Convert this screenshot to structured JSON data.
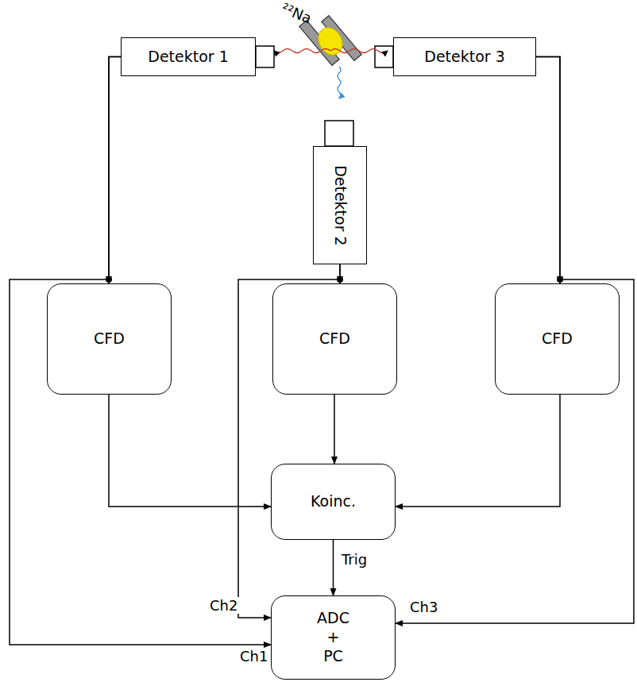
{
  "diagram": {
    "nodes": [
      {
        "text": [
          "Detektor 1"
        ]
      },
      {
        "text": [
          "Detektor 3"
        ]
      },
      {
        "text": [
          "Detektor 2"
        ]
      },
      {
        "text": [
          "CFD"
        ]
      },
      {
        "text": [
          "CFD"
        ]
      },
      {
        "text": [
          "CFD"
        ]
      },
      {
        "text": [
          "Koinc."
        ]
      },
      {
        "text": [
          "ADC + PC"
        ]
      }
    ],
    "edges": [
      {
        "from": 0,
        "to": 3,
        "arrow": "to"
      },
      {
        "from": 0,
        "to": 7,
        "label": "Ch1",
        "arrow": "to"
      },
      {
        "from": 2,
        "to": 4,
        "arrow": "to"
      },
      {
        "from": 2,
        "to": 7,
        "label": "Ch2",
        "arrow": "to"
      },
      {
        "from": 1,
        "to": 5,
        "arrow": "to"
      },
      {
        "from": 1,
        "to": 7,
        "label": "Ch3",
        "arrow": "to"
      },
      {
        "from": 3,
        "to": 6,
        "arrow": "to"
      },
      {
        "from": 4,
        "to": 6,
        "arrow": "to"
      },
      {
        "from": 5,
        "to": 6,
        "arrow": "to"
      },
      {
        "from": 6,
        "to": 7,
        "label": "Trig",
        "arrow": "to"
      }
    ],
    "labels": [
      "²²Na"
    ]
  }
}
